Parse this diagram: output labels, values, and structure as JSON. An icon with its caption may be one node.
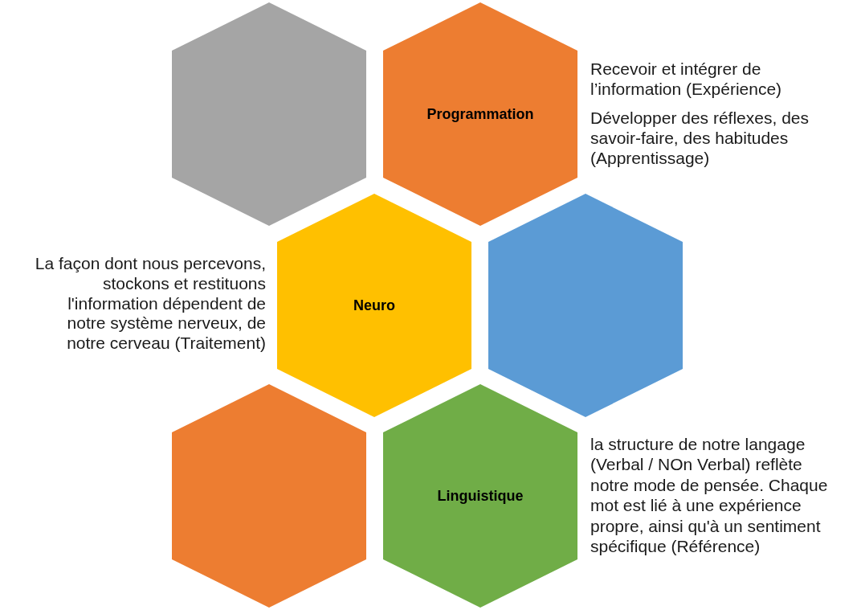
{
  "diagram": {
    "nodes": [
      {
        "text": [],
        "shape": "hexagon"
      },
      {
        "text": [
          "Programmation"
        ],
        "beside": [
          "Recevoir et intégrer de l’information (Expérience)",
          "Développer des réflexes, des savoir-faire, des habitudes (Apprentissage)"
        ]
      },
      {
        "text": [
          "Neuro"
        ],
        "beside": [
          "La façon dont nous percevons, stockons et restituons l'information dépendent de notre système nerveux, de notre cerveau (Traitement)"
        ]
      },
      {
        "text": [],
        "shape": "hexagon"
      },
      {
        "text": [],
        "shape": "hexagon"
      },
      {
        "text": [
          "Linguistique"
        ],
        "beside": [
          "la structure de notre langage (Verbal / NOn Verbal) reflète notre mode de pensée. Chaque mot est lié à une expérience propre, ainsi qu'à un sentiment spécifique (Référence)"
        ]
      }
    ]
  }
}
